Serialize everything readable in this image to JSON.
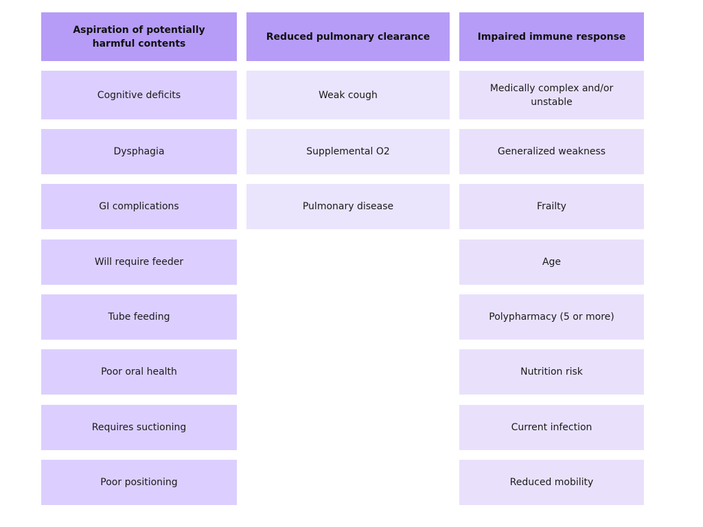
{
  "columns": [
    {
      "header": "Aspiration of potentially harmful contents",
      "items": [
        "Cognitive deficits",
        "Dysphagia",
        "GI complications",
        "Will require feeder",
        "Tube feeding",
        "Poor oral health",
        "Requires suctioning",
        "Poor positioning"
      ]
    },
    {
      "header": "Reduced pulmonary clearance",
      "items": [
        "Weak cough",
        "Supplemental O2",
        "Pulmonary disease"
      ]
    },
    {
      "header": "Impaired immune response",
      "items": [
        "Medically complex and/or unstable",
        "Generalized weakness",
        "Frailty",
        "Age",
        "Polypharmacy (5 or more)",
        "Nutrition risk",
        "Current infection",
        "Reduced mobility"
      ]
    }
  ],
  "colors": {
    "header": "#b69cf7",
    "column_1_cell": "#dccfff",
    "column_2_cell": "#ebe4fd",
    "column_3_cell": "#e9e1fc"
  }
}
